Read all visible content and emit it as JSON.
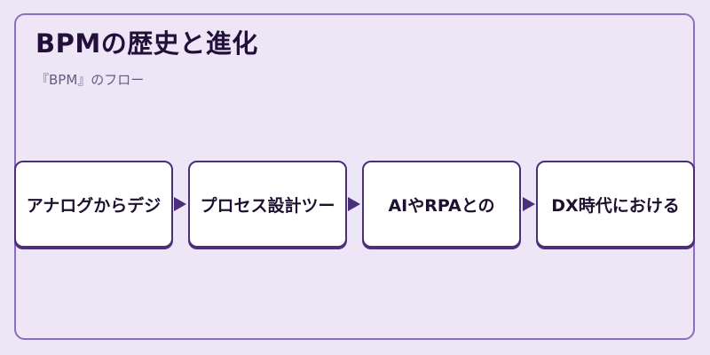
{
  "header": {
    "title": "BPMの歴史と進化",
    "subtitle": "『BPM』のフロー"
  },
  "flow": {
    "steps": [
      {
        "label": "アナログからデジ"
      },
      {
        "label": "プロセス設計ツー"
      },
      {
        "label": "AIやRPAとの"
      },
      {
        "label": "DX時代における"
      }
    ]
  },
  "colors": {
    "background": "#ece6f7",
    "panel_border": "#8a6fc0",
    "box_border": "#4b2f7a",
    "arrow": "#4b2f7a",
    "title_text": "#22103a"
  }
}
